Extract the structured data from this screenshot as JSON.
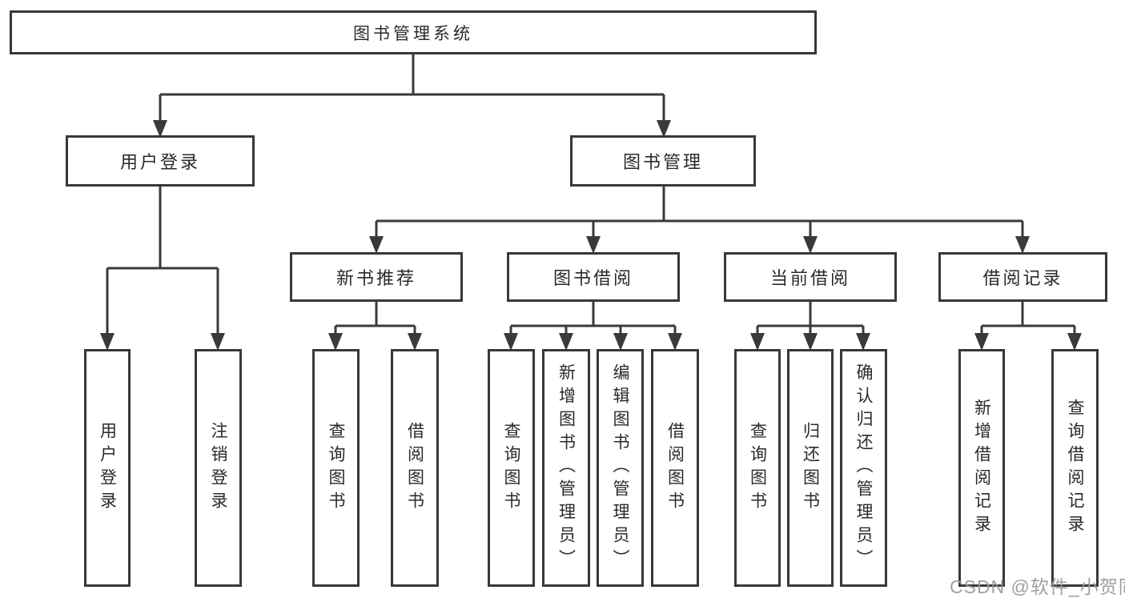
{
  "nodes": {
    "root": "图书管理系统",
    "l2": [
      "用户登录",
      "图书管理"
    ],
    "l3": [
      "新书推荐",
      "图书借阅",
      "当前借阅",
      "借阅记录"
    ],
    "leaves_user": [
      "用户登录",
      "注销登录"
    ],
    "leaves_recommend": [
      "查询图书",
      "借阅图书"
    ],
    "leaves_borrow": [
      "查询图书",
      "新增图书（管理员）",
      "编辑图书（管理员）",
      "借阅图书"
    ],
    "leaves_current": [
      "查询图书",
      "归还图书",
      "确认归还（管理员）"
    ],
    "leaves_records": [
      "新增借阅记录",
      "查询借阅记录"
    ]
  },
  "watermark": "CSDN @软件_小贺同学",
  "colors": {
    "line": "#3a3a3a",
    "box_border": "#383838",
    "box_background": "#ffffff",
    "text": "#2a2a2a",
    "watermark": "#9a9a9a"
  }
}
